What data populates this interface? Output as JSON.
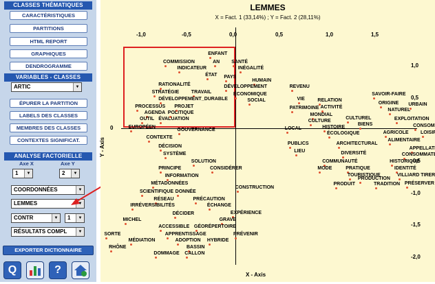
{
  "sidebar": {
    "header_classes": "CLASSES THÉMATIQUES",
    "buttons": [
      "CARACTÉRISTIQUES",
      "PARTITIONS",
      "HTML REPORT",
      "GRAPHIQUES",
      "DENDROGRAMME"
    ],
    "header_variables": "VARIABLES - CLASSES",
    "variable_select": "ARTIC",
    "buttons2": [
      "ÉPURER LA PARTITION",
      "LABELS DES CLASSES",
      "MEMBRES DES CLASSES",
      "CONTEXTES SIGNIFICAT."
    ],
    "header_factor": "ANALYSE FACTORIELLE",
    "axe_x_label": "Axe X",
    "axe_y_label": "Axe Y",
    "axe_x_value": "1",
    "axe_y_value": "2",
    "select_coord": "COORDONNÉES",
    "select_lemmes": "LEMMES",
    "select_contr": "CONTR",
    "select_contr_num": "1",
    "select_results": "RÉSULTATS COMPL",
    "export_button": "EXPORTER DICTIONNAIRE"
  },
  "plot": {
    "title": "LEMMES",
    "subtitle": "X = Fact. 1 (33,14%) ; Y = Fact. 2 (28,11%)",
    "x_axis_label": "X - Axis",
    "y_axis_label": "Y - Axis",
    "x_ticks": [
      "-1,0",
      "-0,5",
      "0,0",
      "0,5",
      "1,0",
      "1,5"
    ],
    "y_ticks": [
      "1,0",
      "0,5",
      "0",
      "-0,5",
      "-1,0",
      "-1,5",
      "-2,0"
    ],
    "highlight_color": "#dd2020",
    "arrow_color": "#dd2020",
    "points": [
      {
        "label": "ENFANT",
        "x": -0.27,
        "y": 1.1
      },
      {
        "label": "COMMISSION",
        "x": -0.75,
        "y": 0.97
      },
      {
        "label": "AN",
        "x": -0.22,
        "y": 0.97
      },
      {
        "label": "SANTÉ",
        "x": -0.02,
        "y": 0.97
      },
      {
        "label": "INDICATEUR",
        "x": -0.6,
        "y": 0.87
      },
      {
        "label": "INÉGALITÉ",
        "x": 0.05,
        "y": 0.87
      },
      {
        "label": "ÉTAT",
        "x": -0.3,
        "y": 0.77
      },
      {
        "label": "PAYS",
        "x": -0.1,
        "y": 0.73
      },
      {
        "label": "HUMAIN",
        "x": 0.2,
        "y": 0.68
      },
      {
        "label": "RATIONALITÉ",
        "x": -0.8,
        "y": 0.62
      },
      {
        "label": "DÉVELOPPEMENT",
        "x": -0.1,
        "y": 0.59
      },
      {
        "label": "REVENU",
        "x": 0.6,
        "y": 0.59
      },
      {
        "label": "STRATÉGIE",
        "x": -0.87,
        "y": 0.5
      },
      {
        "label": "TRAVAIL",
        "x": -0.45,
        "y": 0.5
      },
      {
        "label": "ÉCONOMIQUE",
        "x": 0.0,
        "y": 0.47
      },
      {
        "label": "DÉVELOPPEMENT_DURABLE",
        "x": -0.8,
        "y": 0.39
      },
      {
        "label": "SOCIAL",
        "x": 0.15,
        "y": 0.37
      },
      {
        "label": "VIE",
        "x": 0.68,
        "y": 0.39
      },
      {
        "label": "RELATION",
        "x": 0.9,
        "y": 0.37
      },
      {
        "label": "SAVOIR-FAIRE",
        "x": 1.48,
        "y": 0.47
      },
      {
        "label": "PROCESSUS",
        "x": -1.05,
        "y": 0.28
      },
      {
        "label": "PROJET",
        "x": -0.63,
        "y": 0.28
      },
      {
        "label": "PATRIMOINE",
        "x": 0.6,
        "y": 0.26
      },
      {
        "label": "ACTIVITÉ",
        "x": 0.93,
        "y": 0.27
      },
      {
        "label": "ORIGINE",
        "x": 1.55,
        "y": 0.33
      },
      {
        "label": "URBAIN",
        "x": 1.87,
        "y": 0.31
      },
      {
        "label": "AGENDA",
        "x": -0.95,
        "y": 0.18
      },
      {
        "label": "POLITIQUE",
        "x": -0.7,
        "y": 0.18
      },
      {
        "label": "MONDIAL",
        "x": 0.82,
        "y": 0.15
      },
      {
        "label": "NATUREL",
        "x": 1.65,
        "y": 0.22
      },
      {
        "label": "OUTIL",
        "x": -1.0,
        "y": 0.08
      },
      {
        "label": "ÉVALUATION",
        "x": -0.8,
        "y": 0.08
      },
      {
        "label": "CULTUREL",
        "x": 1.2,
        "y": 0.1
      },
      {
        "label": "EXPLOITATION",
        "x": 1.72,
        "y": 0.09
      },
      {
        "label": "CULTURE",
        "x": 0.8,
        "y": 0.05
      },
      {
        "label": "BIENS",
        "x": 1.33,
        "y": 0.0
      },
      {
        "label": "CONSOMMATION",
        "x": 1.92,
        "y": -0.02
      },
      {
        "label": "EUROPÉEN",
        "x": -1.12,
        "y": -0.04
      },
      {
        "label": "LOCAL",
        "x": 0.55,
        "y": -0.06
      },
      {
        "label": "HISTOIRE",
        "x": 0.95,
        "y": -0.04
      },
      {
        "label": "GOUVERNANCE",
        "x": -0.6,
        "y": -0.09
      },
      {
        "label": "ÉCOLOGIQUE",
        "x": 1.0,
        "y": -0.14
      },
      {
        "label": "AGRICOLE",
        "x": 1.6,
        "y": -0.13
      },
      {
        "label": "LOISIR",
        "x": 2.0,
        "y": -0.13
      },
      {
        "label": "CONTEXTE",
        "x": -0.93,
        "y": -0.2
      },
      {
        "label": "ALIMENTAIRE",
        "x": 1.65,
        "y": -0.24
      },
      {
        "label": "PUBLICS",
        "x": 0.58,
        "y": -0.3
      },
      {
        "label": "ARCHITECTURAL",
        "x": 1.1,
        "y": -0.3
      },
      {
        "label": "DÉCISION",
        "x": -0.8,
        "y": -0.34
      },
      {
        "label": "APPELLATION",
        "x": 1.88,
        "y": -0.37
      },
      {
        "label": "LIEU",
        "x": 0.65,
        "y": -0.42
      },
      {
        "label": "DIVERSITÉ",
        "x": 1.15,
        "y": -0.45
      },
      {
        "label": "CONSOMMATEUR",
        "x": 1.8,
        "y": -0.47
      },
      {
        "label": "SYSTÈME",
        "x": -0.75,
        "y": -0.46
      },
      {
        "label": "SOLUTION",
        "x": -0.45,
        "y": -0.57
      },
      {
        "label": "COMMUNAUTÉ",
        "x": 0.95,
        "y": -0.57
      },
      {
        "label": "HISTORIQUE",
        "x": 1.67,
        "y": -0.57
      },
      {
        "label": "PRINCIPE",
        "x": -0.8,
        "y": -0.68
      },
      {
        "label": "CONSIDÉRER",
        "x": -0.25,
        "y": -0.68
      },
      {
        "label": "MODE",
        "x": 0.9,
        "y": -0.68
      },
      {
        "label": "PRATIQUE",
        "x": 1.2,
        "y": -0.68
      },
      {
        "label": "IDENTITÉ",
        "x": 1.72,
        "y": -0.68
      },
      {
        "label": "INFORMATION",
        "x": -0.73,
        "y": -0.8
      },
      {
        "label": "TOURISTIQUE",
        "x": 1.22,
        "y": -0.79
      },
      {
        "label": "VILLIARD TIRER",
        "x": 1.75,
        "y": -0.79
      },
      {
        "label": "PRODUCTION",
        "x": 1.33,
        "y": -0.84
      },
      {
        "label": "PRODUIT",
        "x": 1.07,
        "y": -0.93
      },
      {
        "label": "TRADITION",
        "x": 1.5,
        "y": -0.93
      },
      {
        "label": "PRÉSERVER",
        "x": 1.83,
        "y": -0.92
      },
      {
        "label": "MÉTADONNÉES",
        "x": -0.88,
        "y": -0.92
      },
      {
        "label": "CONSTRUCTION",
        "x": 0.02,
        "y": -0.98
      },
      {
        "label": "SCIENTIFIQUE",
        "x": -1.0,
        "y": -1.04
      },
      {
        "label": "DONNÉE",
        "x": -0.62,
        "y": -1.04
      },
      {
        "label": "RÉSEAU",
        "x": -0.85,
        "y": -1.16
      },
      {
        "label": "PRÉCAUTION",
        "x": -0.43,
        "y": -1.16
      },
      {
        "label": "IRRÉVERSIBILITÉS",
        "x": -1.1,
        "y": -1.26
      },
      {
        "label": "ÉCHANGE",
        "x": -0.28,
        "y": -1.26
      },
      {
        "label": "DÉCIDER",
        "x": -0.65,
        "y": -1.38
      },
      {
        "label": "EXPÉRIENCE",
        "x": -0.03,
        "y": -1.37
      },
      {
        "label": "MICHEL",
        "x": -1.18,
        "y": -1.48
      },
      {
        "label": "GRAVE",
        "x": -0.15,
        "y": -1.48
      },
      {
        "label": "ACCESSIBLE",
        "x": -0.8,
        "y": -1.58
      },
      {
        "label": "GÉORÉPERTOIRE",
        "x": -0.42,
        "y": -1.58
      },
      {
        "label": "SORTE",
        "x": -1.38,
        "y": -1.7
      },
      {
        "label": "APPRENTISSAGE",
        "x": -0.73,
        "y": -1.7
      },
      {
        "label": "PRÉVENIR",
        "x": 0.0,
        "y": -1.7
      },
      {
        "label": "MÉDIATION",
        "x": -1.12,
        "y": -1.8
      },
      {
        "label": "ADOPTION",
        "x": -0.62,
        "y": -1.8
      },
      {
        "label": "HYBRIDE",
        "x": -0.28,
        "y": -1.8
      },
      {
        "label": "RHÔNE",
        "x": -1.33,
        "y": -1.9
      },
      {
        "label": "BASSIN",
        "x": -0.5,
        "y": -1.9
      },
      {
        "label": "DOMMAGE",
        "x": -0.85,
        "y": -2.0
      },
      {
        "label": "CALLON",
        "x": -0.52,
        "y": -2.0
      }
    ]
  }
}
